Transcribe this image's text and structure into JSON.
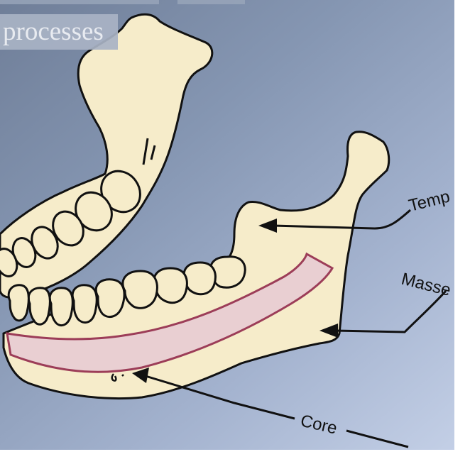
{
  "title": "processes",
  "labels": {
    "temporalis": "Temp",
    "masseter": "Masse",
    "coronoid": "Core"
  },
  "colors": {
    "background_start": "#6f7e98",
    "background_end": "#c3cfe6",
    "bone": "#f6ecca",
    "outline": "#111111",
    "canal_fill": "#e9cfd2",
    "canal_stroke": "#9c3d58"
  }
}
